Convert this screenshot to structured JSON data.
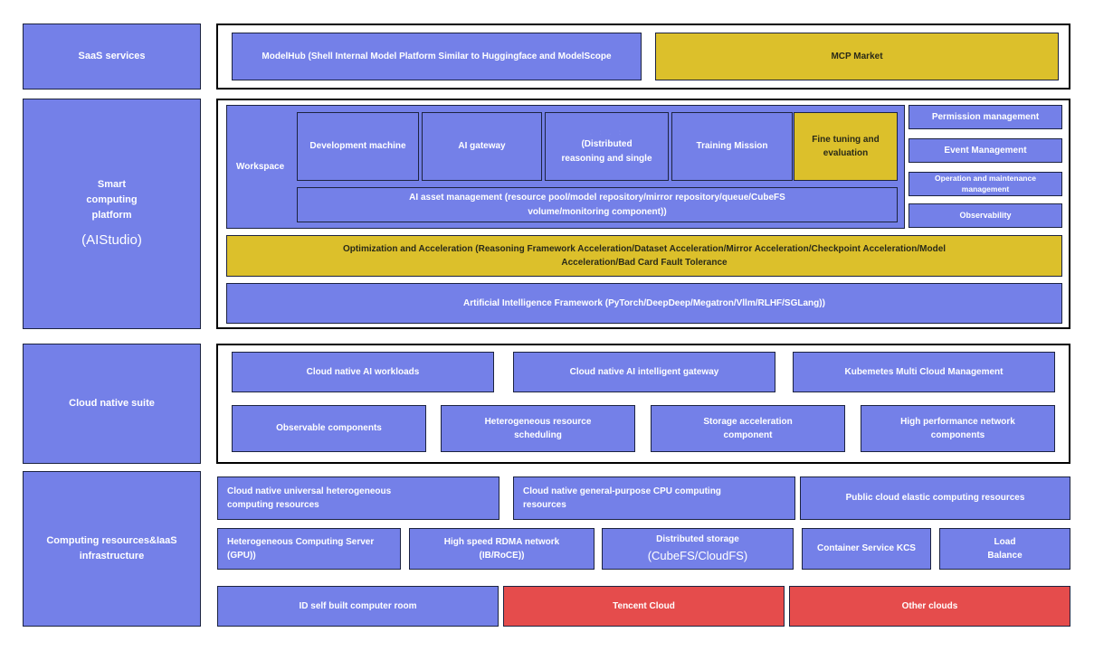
{
  "diagram": {
    "title": "AI computing platform layered architecture",
    "colors": {
      "blue": "#7480E8",
      "yellow": "#DCC02B",
      "red": "#E54C4C",
      "border": "#1C2340",
      "panel_border": "#000000",
      "background": "#FFFFFF"
    }
  },
  "layers": {
    "saas": {
      "left_label": "SaaS services",
      "items": [
        {
          "label": "ModelHub (Shell Internal Model Platform Similar to Huggingface and ModelScope",
          "color": "blue"
        },
        {
          "label": "MCP Market",
          "color": "yellow"
        }
      ]
    },
    "smart_platform": {
      "left_label_line1": "Smart",
      "left_label_line2": "computing",
      "left_label_line3": "platform",
      "left_label_sub": "(AIStudio)",
      "workspace_label": "Workspace",
      "workspace_items": [
        {
          "label": "Development machine",
          "color": "blue",
          "ghost": ""
        },
        {
          "label": "AI gateway",
          "color": "blue",
          "ghost": ""
        },
        {
          "label_line1": "(Distributed",
          "label_line2": "reasoning and single",
          "color": "blue",
          "ghost": ". : . :"
        },
        {
          "label": "Training Mission",
          "color": "blue",
          "ghost": ""
        },
        {
          "label_line1": "Fine tuning and",
          "label_line2": "evaluation",
          "color": "yellow",
          "ghost": ""
        }
      ],
      "asset_management": "AI asset management (resource pool/model repository/mirror repository/queue/CubeFS volume/monitoring component))",
      "asset_management_line1": "AI asset management (resource pool/model repository/mirror repository/queue/CubeFS",
      "asset_management_line2": "volume/monitoring component))",
      "side_items": [
        {
          "label": "Permission management",
          "size": "f10"
        },
        {
          "label": "Event Management",
          "size": "f10"
        },
        {
          "label": "Operation and maintenance management",
          "size": "f8"
        },
        {
          "label": "Observability",
          "size": "f9"
        }
      ],
      "optimization_line1": "Optimization and Acceleration (Reasoning Framework Acceleration/Dataset Acceleration/Mirror Acceleration/Checkpoint Acceleration/Model",
      "optimization_line2": "Acceleration/Bad Card Fault Tolerance",
      "framework": "Artificial Intelligence Framework (PyTorch/DeepDeep/Megatron/Vllm/RLHF/SGLang))"
    },
    "cloud_native": {
      "left_label": "Cloud native suite",
      "row1": [
        {
          "label": "Cloud native AI workloads"
        },
        {
          "label": "Cloud native AI intelligent gateway"
        },
        {
          "label": "Kubemetes Multi Cloud Management"
        }
      ],
      "row2": [
        {
          "label": "Observable components"
        },
        {
          "label_line1": "Heterogeneous resource",
          "label_line2": "scheduling"
        },
        {
          "label_line1": "Storage acceleration",
          "label_line2": "component"
        },
        {
          "label_line1": "High performance network",
          "label_line2": "components"
        }
      ]
    },
    "infrastructure": {
      "left_label_line1": "Computing resources&IaaS",
      "left_label_line2": "infrastructure",
      "row1": [
        {
          "label_line1": "Cloud native universal heterogeneous",
          "label_line2": "computing resources",
          "align": "left"
        },
        {
          "label_line1": "Cloud native general-purpose CPU computing",
          "label_line2": "resources",
          "align": "left"
        },
        {
          "label": "Public cloud elastic computing resources",
          "align": "center"
        }
      ],
      "row2": [
        {
          "label_line1": "Heterogeneous Computing Server",
          "label_line2": "(GPU))",
          "align": "left"
        },
        {
          "label_line1": "High speed RDMA network",
          "label_line2": "(IB/RoCE))",
          "align": "center"
        },
        {
          "label_line1": "Distributed storage",
          "label_line2": "(CubeFS/CloudFS)",
          "align": "center",
          "big_second": true
        },
        {
          "label": "Container Service KCS",
          "align": "center"
        },
        {
          "label_line1": "Load",
          "label_line2": "Balance",
          "align": "center"
        }
      ],
      "row3": [
        {
          "label": "ID self built computer room",
          "color": "blue"
        },
        {
          "label": "Tencent Cloud",
          "color": "red"
        },
        {
          "label": "Other clouds",
          "color": "red"
        }
      ]
    }
  }
}
